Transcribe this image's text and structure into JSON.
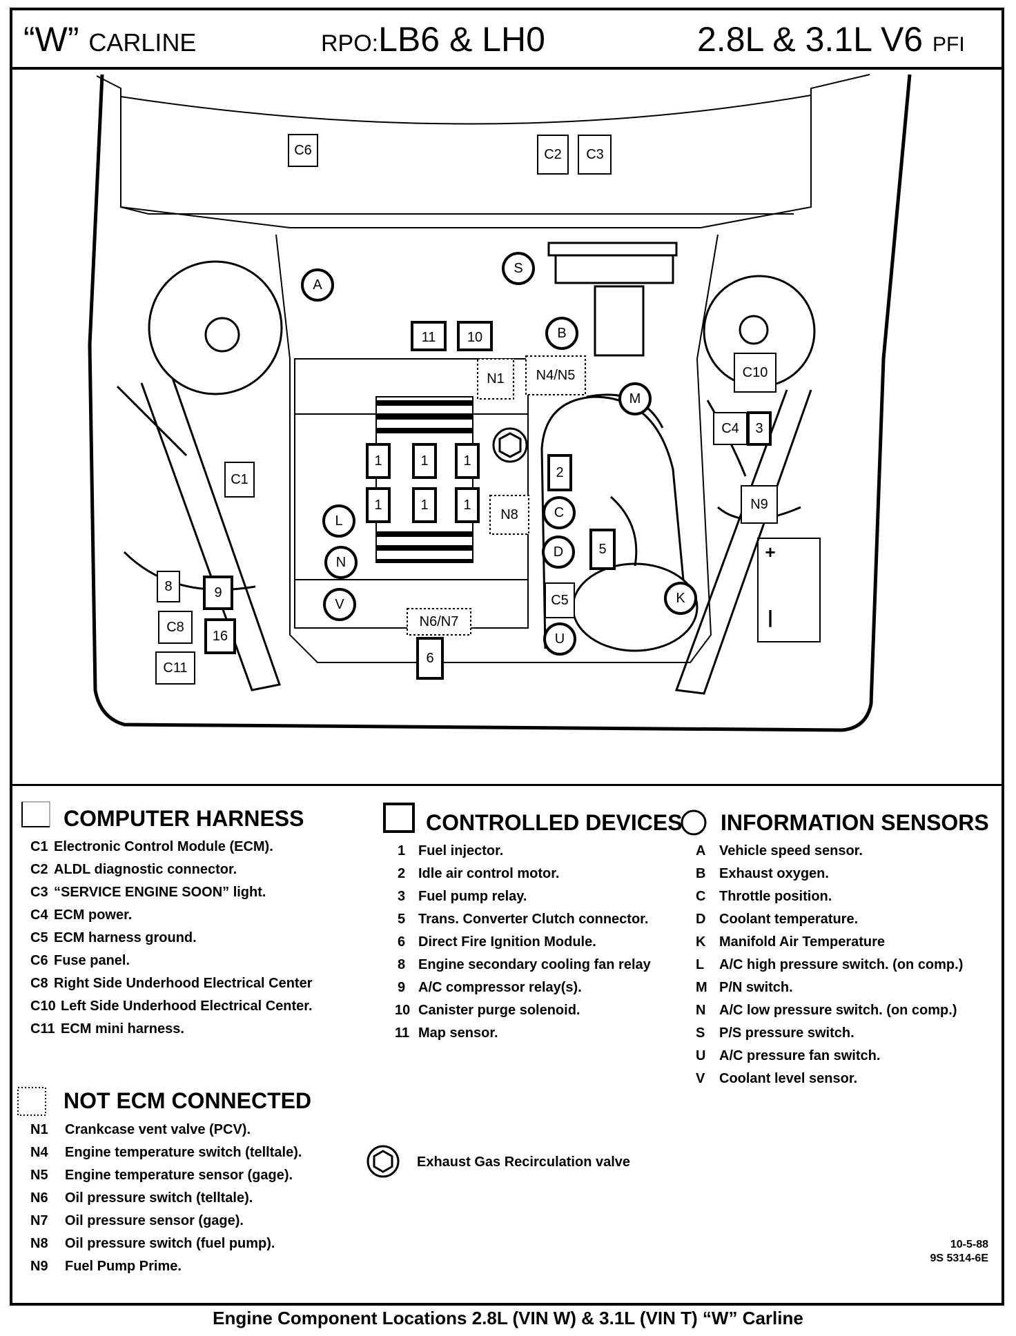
{
  "header": {
    "carline_quote": "“W”",
    "carline_word": "CARLINE",
    "rpo_prefix": "RPO:",
    "rpo_value": "LB6 & LH0",
    "engine_main": "2.8L & 3.1L  V6",
    "engine_suffix": "PFI"
  },
  "diagram": {
    "harness_labels": [
      "C6",
      "C2",
      "C3",
      "C10",
      "C4",
      "C1",
      "C5",
      "C8",
      "C11"
    ],
    "device_labels": [
      "11",
      "10",
      "1",
      "2",
      "3",
      "5",
      "6",
      "8",
      "9",
      "16"
    ],
    "sensor_labels": [
      "A",
      "S",
      "B",
      "M",
      "C",
      "D",
      "K",
      "L",
      "N",
      "V",
      "U"
    ],
    "not_ecm_labels": [
      "N1",
      "N4/N5",
      "N8",
      "N9",
      "N6/N7"
    ],
    "battery_plus": "+",
    "battery_minus": "|"
  },
  "legend": {
    "computer_harness": {
      "title": "COMPUTER HARNESS",
      "items": [
        {
          "code": "C1",
          "text": "Electronic Control Module (ECM)."
        },
        {
          "code": "C2",
          "text": "ALDL diagnostic connector."
        },
        {
          "code": "C3",
          "text": "“SERVICE ENGINE SOON” light."
        },
        {
          "code": "C4",
          "text": "ECM power."
        },
        {
          "code": "C5",
          "text": "ECM harness ground."
        },
        {
          "code": "C6",
          "text": "Fuse panel."
        },
        {
          "code": "C8",
          "text": "Right Side Underhood Electrical  Center"
        },
        {
          "code": "C10",
          "text": "Left Side Underhood Electrical Center."
        },
        {
          "code": "C11",
          "text": "ECM mini harness."
        }
      ]
    },
    "controlled_devices": {
      "title": "CONTROLLED DEVICES",
      "items": [
        {
          "code": "1",
          "text": "Fuel injector."
        },
        {
          "code": "2",
          "text": "Idle air control motor."
        },
        {
          "code": "3",
          "text": "Fuel pump relay."
        },
        {
          "code": "5",
          "text": "Trans. Converter Clutch connector."
        },
        {
          "code": "6",
          "text": "Direct Fire Ignition Module."
        },
        {
          "code": "8",
          "text": "Engine secondary cooling fan relay"
        },
        {
          "code": "9",
          "text": "A/C compressor relay(s)."
        },
        {
          "code": "10",
          "text": "Canister purge solenoid."
        },
        {
          "code": "11",
          "text": "Map sensor."
        }
      ]
    },
    "information_sensors": {
      "title": "INFORMATION SENSORS",
      "items": [
        {
          "code": "A",
          "text": "Vehicle speed sensor."
        },
        {
          "code": "B",
          "text": "Exhaust oxygen."
        },
        {
          "code": "C",
          "text": "Throttle position."
        },
        {
          "code": "D",
          "text": "Coolant temperature."
        },
        {
          "code": "K",
          "text": "Manifold Air Temperature"
        },
        {
          "code": "L",
          "text": "A/C high pressure switch. (on comp.)"
        },
        {
          "code": "M",
          "text": "P/N switch."
        },
        {
          "code": "N",
          "text": "A/C low pressure switch. (on comp.)"
        },
        {
          "code": "S",
          "text": "P/S pressure switch."
        },
        {
          "code": "U",
          "text": "A/C pressure fan switch."
        },
        {
          "code": "V",
          "text": "Coolant level sensor."
        }
      ]
    },
    "not_ecm_connected": {
      "title": "NOT ECM CONNECTED",
      "items": [
        {
          "code": "N1",
          "text": "Crankcase vent valve (PCV)."
        },
        {
          "code": "N4",
          "text": "Engine temperature switch (telltale)."
        },
        {
          "code": "N5",
          "text": "Engine temperature sensor (gage)."
        },
        {
          "code": "N6",
          "text": "Oil pressure switch (telltale)."
        },
        {
          "code": "N7",
          "text": "Oil pressure sensor (gage)."
        },
        {
          "code": "N8",
          "text": "Oil pressure switch (fuel pump)."
        },
        {
          "code": "N9",
          "text": "Fuel Pump Prime."
        }
      ]
    },
    "egr_note": "Exhaust Gas Recirculation valve"
  },
  "footer": {
    "date": "10-5-88",
    "doc_number": "9S 5314-6E",
    "caption": "Engine Component Locations  2.8L  (VIN W) & 3.1L  (VIN T)  “W” Carline"
  }
}
